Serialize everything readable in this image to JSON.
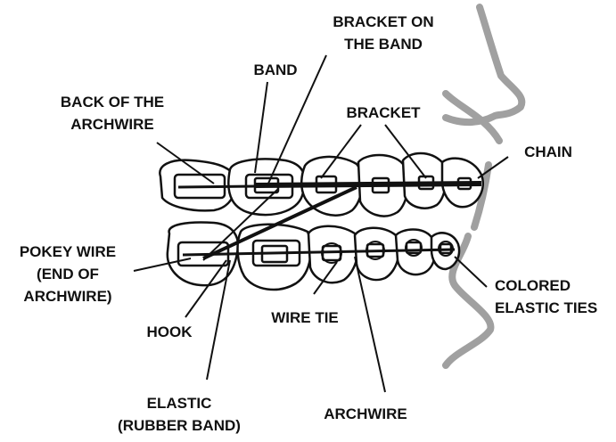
{
  "labels": {
    "bracket_on_the_band": [
      "BRACKET ON",
      "THE BAND"
    ],
    "band": "BAND",
    "back_of_the_archwire": [
      "BACK OF THE",
      "ARCHWIRE"
    ],
    "bracket": "BRACKET",
    "chain": "CHAIN",
    "pokey_wire": [
      "POKEY WIRE",
      "(END OF",
      "ARCHWIRE)"
    ],
    "colored_elastic_ties": [
      "COLORED",
      "ELASTIC TIES"
    ],
    "wire_tie": "WIRE TIE",
    "hook": "HOOK",
    "elastic": [
      "ELASTIC",
      "(RUBBER BAND)"
    ],
    "archwire": "ARCHWIRE"
  },
  "colors": {
    "label_text": "#111111",
    "line_art": "#111111",
    "profile": "#999999"
  }
}
